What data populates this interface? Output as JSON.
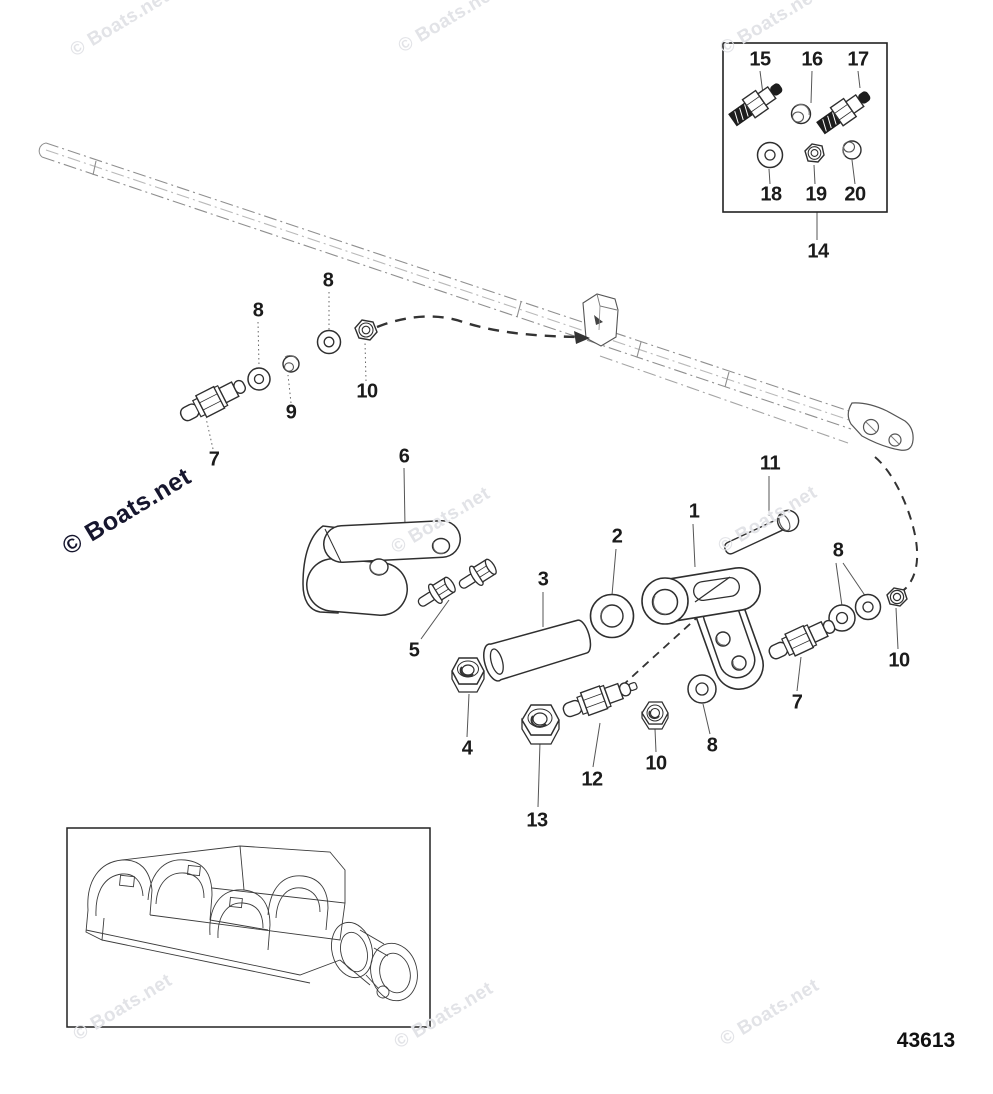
{
  "brand": {
    "watermark_text": "© Boats.net"
  },
  "figure": {
    "drawing_number": "43613",
    "description": "exploded parts diagram with numbered callouts",
    "callouts": [
      "15",
      "16",
      "17",
      "18",
      "19",
      "20",
      "14",
      "8",
      "8",
      "9",
      "10",
      "7",
      "6",
      "5",
      "3",
      "2",
      "1",
      "11",
      "4",
      "13",
      "12",
      "10",
      "8",
      "8",
      "10",
      "7"
    ]
  }
}
